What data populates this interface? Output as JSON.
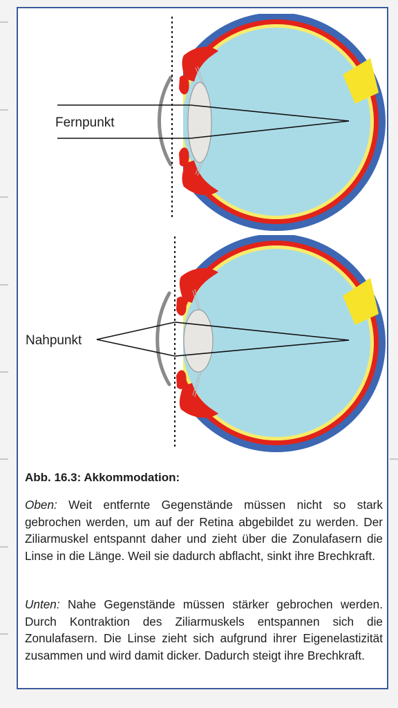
{
  "figure": {
    "top_eye": {
      "label": "Fernpunkt"
    },
    "bottom_eye": {
      "label": "Nahpunkt"
    }
  },
  "caption": {
    "title": "Abb. 16.3: Akkommodation:",
    "top": {
      "lead": "Oben:",
      "text": "Weit entfernte Gegenstände müssen nicht so stark gebrochen werden, um auf der Retina abgebildet zu werden. Der Ziliarmuskel entspannt daher und zieht über die Zonulafasern die Linse in die Länge. Weil sie dadurch abflacht, sinkt ihre Brechkraft."
    },
    "bottom": {
      "lead": "Unten:",
      "text": "Nahe Gegenstände müssen stärker gebrochen werden. Durch Kontraktion des Ziliarmuskels entspannen sich die Zonulafasern. Die Linse zieht sich aufgrund ihrer Eigenelastizität zusammen und wird damit dicker. Dadurch steigt ihre Brechkraft."
    }
  },
  "colors": {
    "sclera": "#3d67b3",
    "choroid": "#e2231a",
    "retina": "#f7ec6a",
    "vitreous": "#a9dbe7",
    "lens": "#e8e6e2",
    "cornea": "#8a8a8a",
    "optic_nerve": "#f7e32a"
  }
}
